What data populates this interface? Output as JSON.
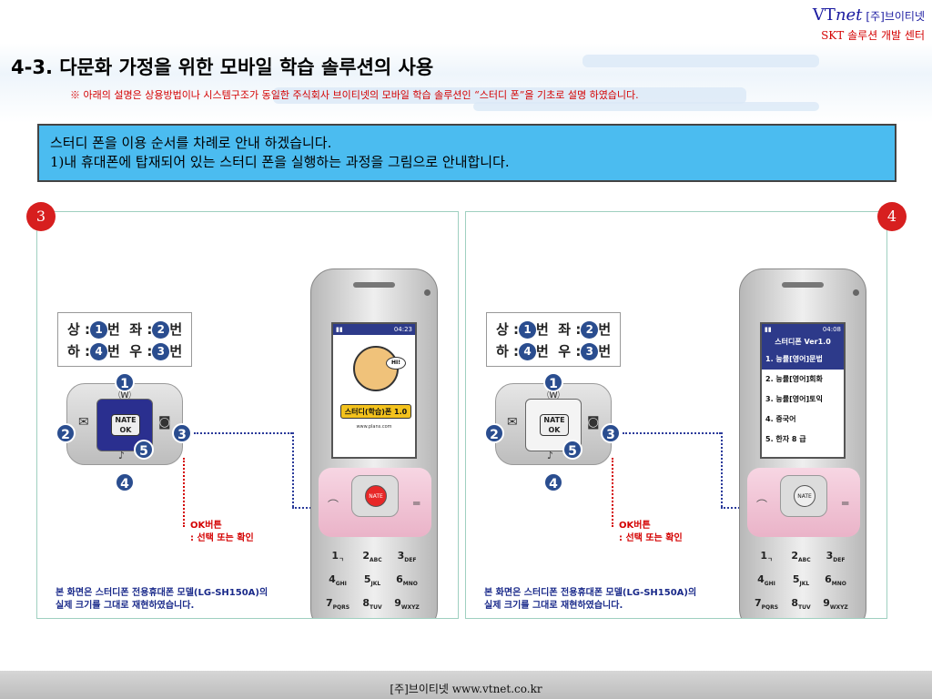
{
  "brand": {
    "vt": "VT",
    "net": "net",
    "corp": "[주]브이티넷",
    "division": "SKT 솔루션 개발 센터"
  },
  "title": "4-3. 다문화 가정을 위한 모바일 학습 솔루션의 사용",
  "note": "※ 아래의 설명은 상용방법이나 시스템구조가 동일한 주식회사 브이티넷의 모바일 학습 솔루션인 “스터디 폰”을 기초로 설명 하였습니다.",
  "intro": {
    "line1": "스터디 폰을 이용 순서를 차례로 안내 하겠습니다.",
    "line2": "1)내 휴대폰에 탑재되어 있는 스터디 폰을 실행하는 과정을 그림으로 안내합니다."
  },
  "legend": {
    "up": "상 :",
    "down": "하 :",
    "left": "좌 :",
    "right": "우 :",
    "unit": "번"
  },
  "pad_numbers": [
    "1",
    "2",
    "3",
    "4",
    "5"
  ],
  "ok_label": {
    "line1": "OK버튼",
    "line2": ": 선택 또는 확인"
  },
  "caption": {
    "line1": "본 화면은 스터디폰 전용휴대폰 모델(LG-SH150A)의",
    "line2": "실제 크기를 그대로 재현하였습니다."
  },
  "panels": [
    {
      "step": "3",
      "status_time": "04:23",
      "splash": {
        "greeting": "HI!",
        "title": "스터디(학습)폰 1.0",
        "url": "www.plans.com"
      }
    },
    {
      "step": "4",
      "status_time": "04:08",
      "menu": {
        "header": "스터디폰 Ver1.0",
        "items": [
          "1. 능률[영어]문법",
          "2. 능률[영어]회화",
          "3. 능률[영어]토익",
          "4. 중국어",
          "5. 한자 8 급"
        ]
      }
    }
  ],
  "nate": {
    "top": "NATE",
    "bottom": "OK"
  },
  "keys": [
    {
      "num": "1",
      "sub": "ㄱ"
    },
    {
      "num": "2",
      "sub": "ABC"
    },
    {
      "num": "3",
      "sub": "DEF"
    },
    {
      "num": "4",
      "sub": "GHI"
    },
    {
      "num": "5",
      "sub": "JKL"
    },
    {
      "num": "6",
      "sub": "MNO"
    },
    {
      "num": "7",
      "sub": "PQRS"
    },
    {
      "num": "8",
      "sub": "TUV"
    },
    {
      "num": "9",
      "sub": "WXYZ"
    }
  ],
  "footer": "[주]브이티넷 www.vtnet.co.kr",
  "colors": {
    "info_box": "#4bbcf0",
    "step_circle": "#d71f1f",
    "badge": "#2a4d8f",
    "accent_red": "#d40000"
  }
}
